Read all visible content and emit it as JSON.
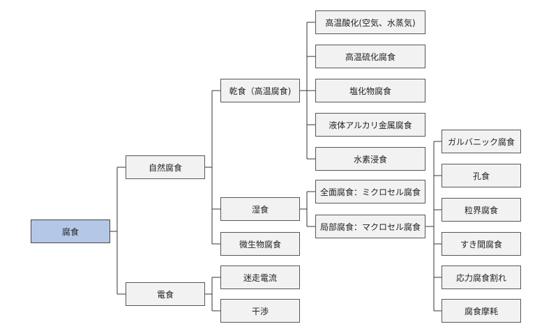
{
  "nodes": {
    "root": "腐食",
    "natural": "自然腐食",
    "electric": "電食",
    "dry": "乾食（高温腐食)",
    "wet": "湿食",
    "microbial": "微生物腐食",
    "stray": "迷走電流",
    "interference": "干渉",
    "oxidation": "高温酸化(空気、水蒸気)",
    "sulfidation": "高温硫化腐食",
    "chloride": "塩化物腐食",
    "liquid_alkali": "液体アルカリ金属腐食",
    "hydrogen": "水素浸食",
    "general": "全面腐食：ミクロセル腐食",
    "local": "局部腐食：マクロセル腐食",
    "galvanic": "ガルバニック腐食",
    "pitting": "孔食",
    "intergranular": "粒界腐食",
    "crevice": "すき間腐食",
    "scc": "応力腐食割れ",
    "erosion": "腐食摩耗"
  },
  "colors": {
    "root_fill": "#b4c7e7",
    "node_fill": "#f2f2f2",
    "border": "#555555",
    "line": "#333333"
  }
}
